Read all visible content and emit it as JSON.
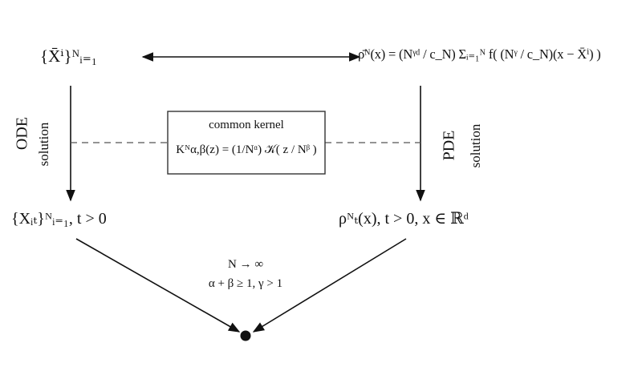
{
  "nodes": {
    "particles": "{X̄ⁱ}ᴺᵢ₌₁",
    "density": "ρ̄ᴺ(x) = (Nᵞᵈ / c_N) Σᵢ₌₁ᴺ f( (Nᵞ / c_N)(x − X̄ⁱ) )",
    "particles_t": "{Xᵢₜ}ᴺᵢ₌₁,  t > 0",
    "density_t": "ρᴺₜ(x),  t > 0,  x ∈ ℝᵈ"
  },
  "labels": {
    "ode": "ODE",
    "ode_sub": "solution",
    "pde": "PDE",
    "pde_sub": "solution"
  },
  "kernel_box": {
    "title": "common kernel",
    "formula": "Kᴺα,β(z) = (1/Nᵅ) 𝒦( z / Nᵝ )"
  },
  "limit": {
    "line1": "N → ∞",
    "line2": "α + β ≥ 1,  γ > 1"
  }
}
